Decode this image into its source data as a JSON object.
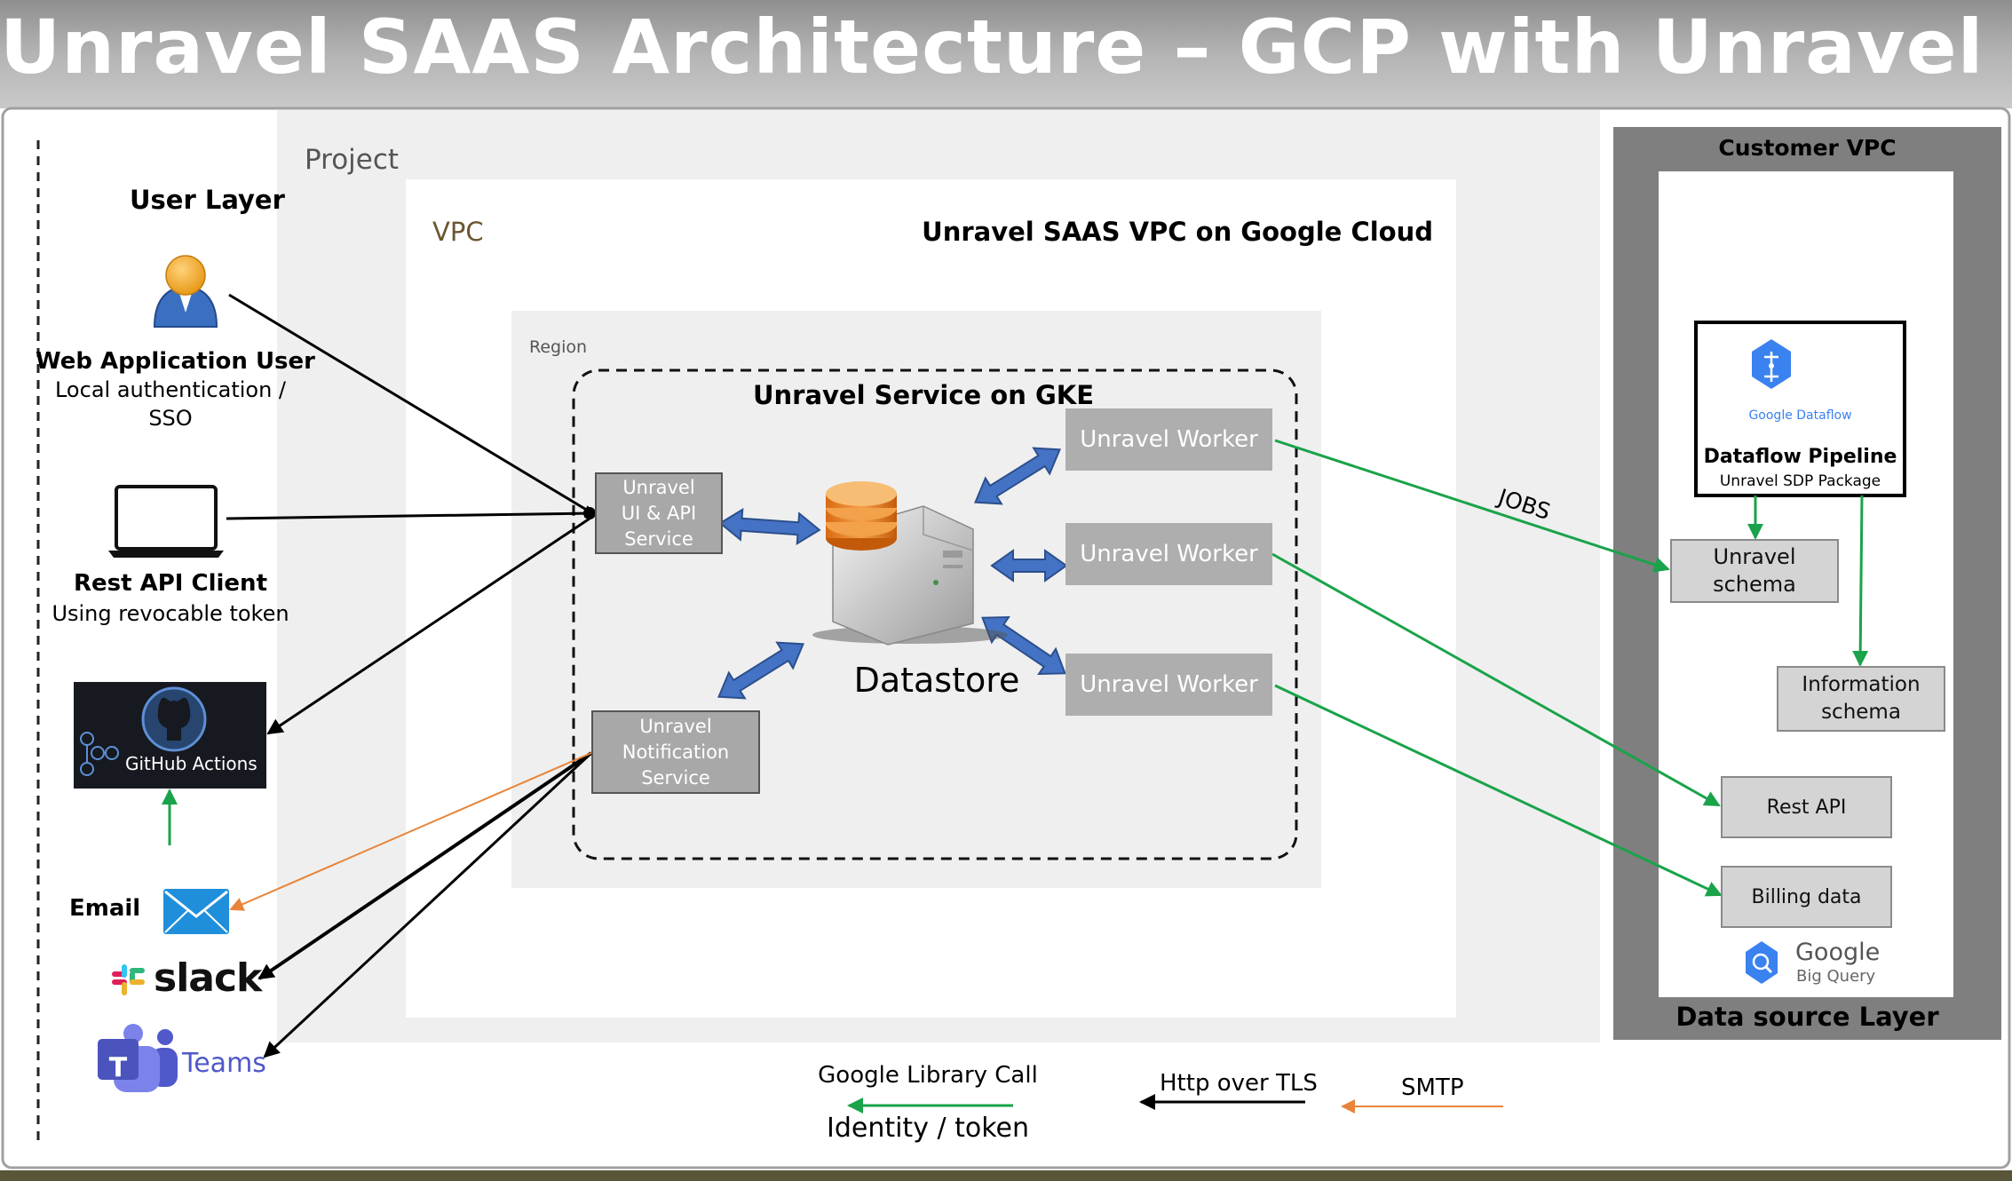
{
  "title": "Unravel SAAS Architecture – GCP with Unravel SDP",
  "user_layer": {
    "heading": "User Layer",
    "web_user": {
      "name": "Web Application User",
      "line1": "Local authentication /",
      "line2": "SSO"
    },
    "rest_client": {
      "name": "Rest API Client",
      "desc": "Using revocable token"
    },
    "github": {
      "label": "GitHub Actions"
    },
    "email": {
      "label": "Email"
    },
    "slack": {
      "label": "slack"
    },
    "teams": {
      "label": "Teams"
    }
  },
  "project": {
    "label": "Project",
    "vpc": {
      "label": "VPC",
      "title": "Unravel SAAS VPC on Google Cloud",
      "region": {
        "label": "Region",
        "gke": {
          "title": "Unravel Service on GKE",
          "ui_service": {
            "line1": "Unravel",
            "line2": "UI & API",
            "line3": "Service"
          },
          "notification_service": {
            "line1": "Unravel",
            "line2": "Notification",
            "line3": "Service"
          },
          "datastore": "Datastore",
          "workers": [
            "Unravel Worker",
            "Unravel Worker",
            "Unravel Worker"
          ]
        }
      }
    }
  },
  "customer_vpc": {
    "title": "Customer VPC",
    "dataflow": {
      "logo_text": "Google Dataflow",
      "title": "Dataflow Pipeline",
      "subtitle": "Unravel SDP Package"
    },
    "unravel_schema": {
      "line1": "Unravel",
      "line2": "schema"
    },
    "information_schema": {
      "line1": "Information",
      "line2": "schema"
    },
    "rest_api": "Rest API",
    "billing_data": "Billing data",
    "bigquery": {
      "line1": "Google",
      "line2": "Big Query"
    },
    "footer": "Data source Layer"
  },
  "jobs_label": "JOBS",
  "legend": {
    "google_call": "Google Library Call",
    "identity": "Identity / token",
    "http": "Http over TLS",
    "smtp": "SMTP"
  },
  "colors": {
    "green_arrow": "#1aa34a",
    "orange_arrow": "#e8843a",
    "blue_arrow": "#4472c4",
    "title_bar": "#a9a9a9",
    "customer_vpc": "#7f7f7f"
  },
  "icons": [
    "user-icon",
    "laptop-icon",
    "github-actions-icon",
    "email-icon",
    "slack-icon",
    "teams-icon",
    "datastore-server-icon",
    "google-dataflow-icon",
    "google-bigquery-icon"
  ]
}
